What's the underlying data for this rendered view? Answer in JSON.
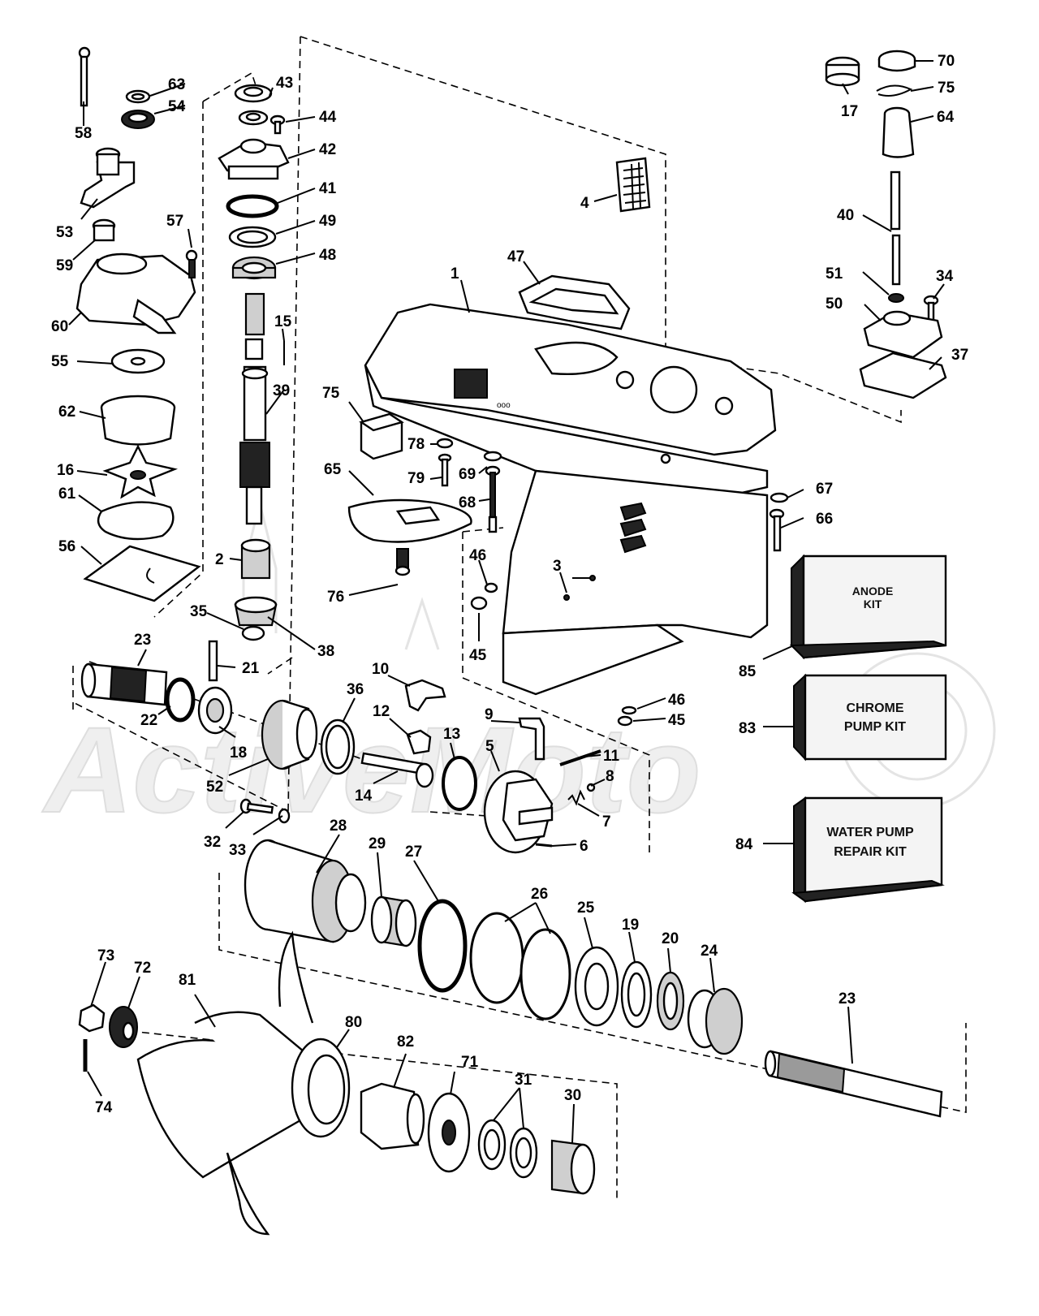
{
  "watermark": {
    "text": "ActiveMoto"
  },
  "callouts": [
    "1",
    "2",
    "3",
    "4",
    "5",
    "6",
    "7",
    "8",
    "9",
    "10",
    "11",
    "12",
    "13",
    "14",
    "15",
    "16",
    "17",
    "18",
    "19",
    "20",
    "21",
    "22",
    "23",
    "23",
    "24",
    "25",
    "26",
    "27",
    "28",
    "29",
    "30",
    "31",
    "32",
    "33",
    "34",
    "35",
    "36",
    "37",
    "38",
    "39",
    "40",
    "41",
    "42",
    "43",
    "44",
    "45",
    "45",
    "46",
    "46",
    "47",
    "48",
    "49",
    "50",
    "51",
    "52",
    "53",
    "54",
    "55",
    "56",
    "57",
    "58",
    "59",
    "60",
    "61",
    "62",
    "63",
    "64",
    "65",
    "66",
    "67",
    "68",
    "69",
    "70",
    "71",
    "72",
    "73",
    "74",
    "75",
    "75",
    "76",
    "78",
    "79",
    "80",
    "81",
    "82",
    "83",
    "84",
    "85"
  ],
  "kits": {
    "anode": {
      "line1": "ANODE",
      "line2": "KIT"
    },
    "chrome_pump": {
      "line1": "CHROME",
      "line2": "PUMP KIT"
    },
    "water_pump": {
      "line1": "WATER PUMP",
      "line2": "REPAIR KIT"
    }
  }
}
